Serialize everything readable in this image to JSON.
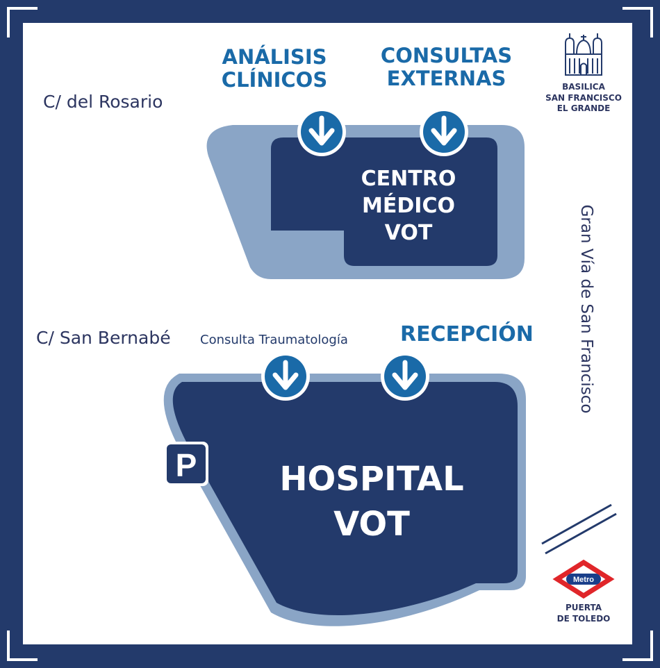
{
  "streets": {
    "north": "C/ del Rosario",
    "middle": "C/ San Bernabé",
    "east": "Gran Vía de San Francisco"
  },
  "entrances": {
    "analisis": [
      "ANÁLISIS",
      "CLÍNICOS"
    ],
    "consultas": [
      "CONSULTAS",
      "EXTERNAS"
    ],
    "traumatologia": "Consulta Traumatología",
    "recepcion": "RECEPCIÓN"
  },
  "buildings": {
    "centro_medico": [
      "CENTRO",
      "MÉDICO",
      "VOT"
    ],
    "hospital": [
      "HOSPITAL",
      "VOT"
    ]
  },
  "landmarks": {
    "basilica": [
      "BASILICA",
      "SAN FRANCISCO",
      "EL GRANDE"
    ],
    "metro_badge": "Metro",
    "metro_station": [
      "PUERTA",
      "DE TOLEDO"
    ]
  },
  "parking_symbol": "P",
  "colors": {
    "frame": "#233a6b",
    "building": "#233a6b",
    "building_outline": "#8aa5c6",
    "entrance_text": "#1a6aa8",
    "entrance_marker": "#1a6aa8",
    "metro_red": "#e0262a"
  }
}
